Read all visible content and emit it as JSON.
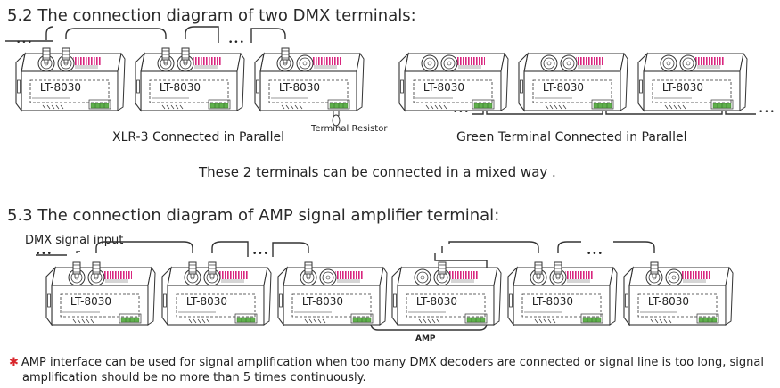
{
  "section_52": {
    "heading": "5.2 The connection diagram of two DMX terminals:",
    "left_caption": "XLR-3 Connected in Parallel",
    "terminal_resistor_label": "Terminal Resistor",
    "right_caption": "Green Terminal Connected in Parallel",
    "mixed_note": "These 2 terminals can be connected in a mixed way ."
  },
  "section_53": {
    "heading": "5.3 The connection diagram of AMP signal amplifier terminal:",
    "signal_input_label": "DMX signal input",
    "amp_label": "AMP"
  },
  "device": {
    "model": "LT-8030"
  },
  "ellipsis": "•••",
  "footnote": {
    "star": "✱",
    "line1": "AMP interface can be used for signal amplification when too many DMX decoders are connected or signal line is too long, signal",
    "line2": "amplification should be no more than 5 times continuously."
  },
  "colors": {
    "label_magenta": "#d8267e",
    "terminal_green": "#5fb04c",
    "star_red": "#d8262c"
  }
}
